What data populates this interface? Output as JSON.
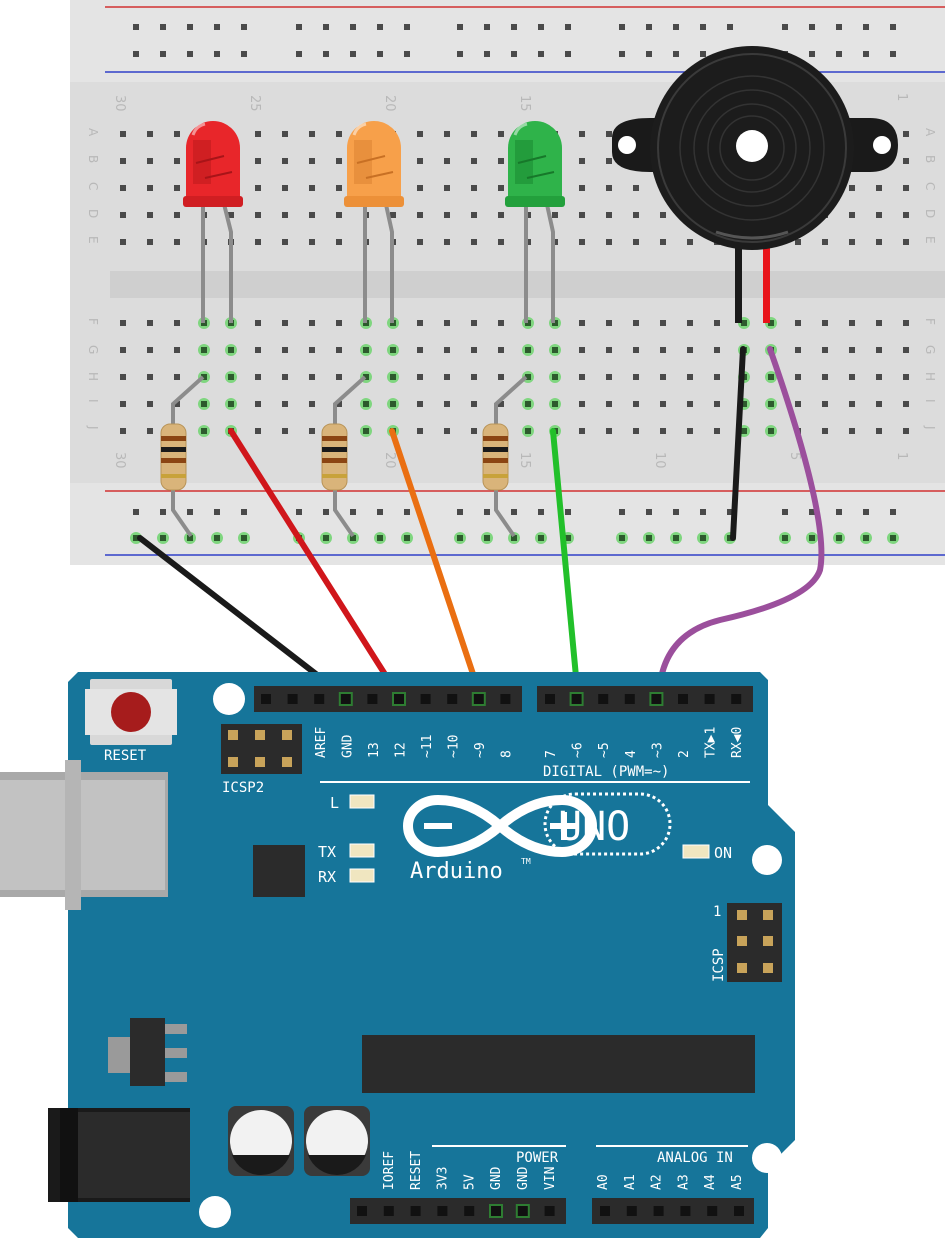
{
  "breadboard": {
    "column_numbers_top": [
      "30",
      "25",
      "20",
      "15",
      "1"
    ],
    "column_numbers_bottom": [
      "30",
      "20",
      "15",
      "10",
      "5",
      "1"
    ],
    "row_letters_top": [
      "A",
      "B",
      "C",
      "D",
      "E"
    ],
    "row_letters_bottom": [
      "F",
      "G",
      "H",
      "I",
      "J"
    ]
  },
  "arduino": {
    "reset_label": "RESET",
    "icsp2_label": "ICSP2",
    "icsp_label": "ICSP",
    "icsp_pin1": "1",
    "digital_pins": [
      "AREF",
      "GND",
      "13",
      "12",
      "~11",
      "~10",
      "~9",
      "8",
      "7",
      "~6",
      "~5",
      "4",
      "~3",
      "2",
      "TX▶1",
      "RX◀0"
    ],
    "digital_label": "DIGITAL (PWM=~)",
    "led_l": "L",
    "led_tx": "TX",
    "led_rx": "RX",
    "led_on": "ON",
    "logo_text": "Arduino",
    "logo_tm": "TM",
    "model": "UNO",
    "power_label": "POWER",
    "power_pins": [
      "IOREF",
      "RESET",
      "3V3",
      "5V",
      "GND",
      "GND",
      "VIN"
    ],
    "analog_label": "ANALOG IN",
    "analog_pins": [
      "A0",
      "A1",
      "A2",
      "A3",
      "A4",
      "A5"
    ]
  },
  "components": {
    "led_colors": {
      "red": "#e8262a",
      "orange": "#f7a04a",
      "green": "#2fb34a"
    },
    "wire_colors": {
      "black": "#1a1a1a",
      "red": "#d0161b",
      "orange": "#ea6f12",
      "green": "#22c02a",
      "purple": "#9b4f9c"
    },
    "board_color": "#16759a"
  }
}
